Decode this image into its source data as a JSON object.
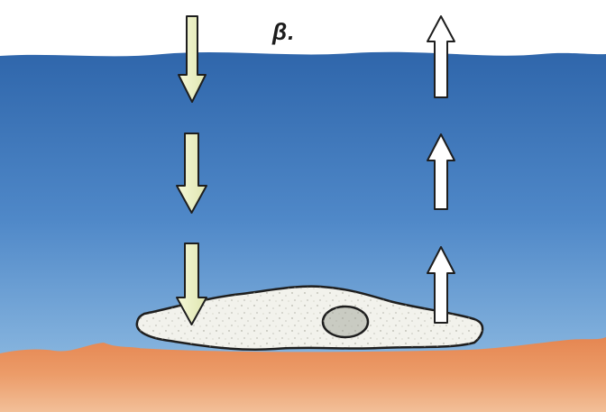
{
  "panel": {
    "label": "β."
  },
  "colors": {
    "sky": "#ffffff",
    "water_top": "#2f66ab",
    "water_bottom": "#7fb0de",
    "sediment": "#e8935e",
    "sediment_light": "#f1b688",
    "cell_fill": "#f2f2ec",
    "nucleus_fill": "#c9cbc2",
    "arrow_down_fill": "#eef3c8",
    "arrow_up_fill": "#ffffff",
    "outline": "#1e1e1e"
  },
  "diagram": {
    "elements": [
      "water-layer",
      "sediment-layer",
      "cell-body",
      "nucleus",
      "downward-arrows",
      "upward-arrows"
    ],
    "downward_arrow_count": 3,
    "upward_arrow_count": 3
  }
}
